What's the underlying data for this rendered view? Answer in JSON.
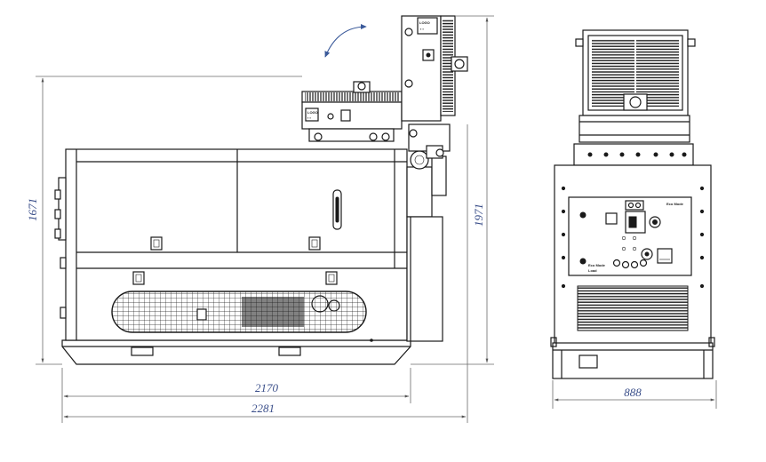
{
  "dimensions": {
    "height_front": "1671",
    "height_overall": "1971",
    "length_body": "2170",
    "length_overall": "2281",
    "width": "888"
  },
  "colors": {
    "dimension_text": "#3b4f8a",
    "outline": "#1a1a1a",
    "rotation_arrow": "#3b5a9a"
  }
}
